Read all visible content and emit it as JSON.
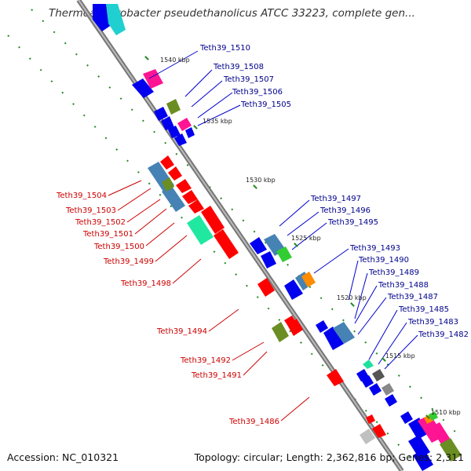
{
  "title": "Thermoanaerobacter pseudethanolicus ATCC 33223, complete gen...",
  "accession": "Accession: NC_010321",
  "summary": "Topology: circular; Length: 2,362,816 bp; Genes: 2,311",
  "colors": {
    "backbone": "#8c8c8c",
    "forward_label": "#00008b",
    "reverse_label": "#cc0000",
    "tick": "#228b22"
  },
  "kbp_ticks": [
    "1540 kbp",
    "1535 kbp",
    "1530 kbp",
    "1525 kbp",
    "1520 kbp",
    "1515 kbp",
    "1510 kbp"
  ],
  "forward_labels": [
    "Teth39_1510",
    "Teth39_1508",
    "Teth39_1507",
    "Teth39_1506",
    "Teth39_1505",
    "Teth39_1497",
    "Teth39_1496",
    "Teth39_1495",
    "Teth39_1493",
    "Teth39_1490",
    "Teth39_1489",
    "Teth39_1488",
    "Teth39_1487",
    "Teth39_1485",
    "Teth39_1483",
    "Teth39_1482"
  ],
  "reverse_labels": [
    "Teth39_1504",
    "Teth39_1503",
    "Teth39_1502",
    "Teth39_1501",
    "Teth39_1500",
    "Teth39_1499",
    "Teth39_1498",
    "Teth39_1494",
    "Teth39_1492",
    "Teth39_1491",
    "Teth39_1486"
  ]
}
